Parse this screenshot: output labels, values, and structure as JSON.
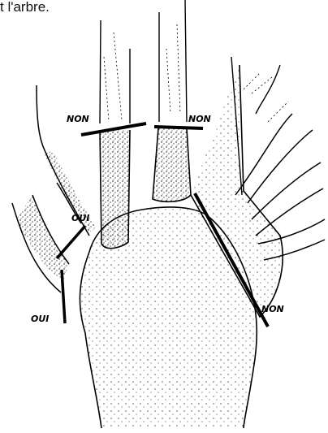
{
  "top_text": "t l'arbre.",
  "labels": {
    "non_left": "NON",
    "non_middle": "NON",
    "non_right": "NON",
    "oui_upper": "OUI",
    "oui_lower": "OUI"
  },
  "colors": {
    "ink": "#000000",
    "paper": "#ffffff"
  }
}
